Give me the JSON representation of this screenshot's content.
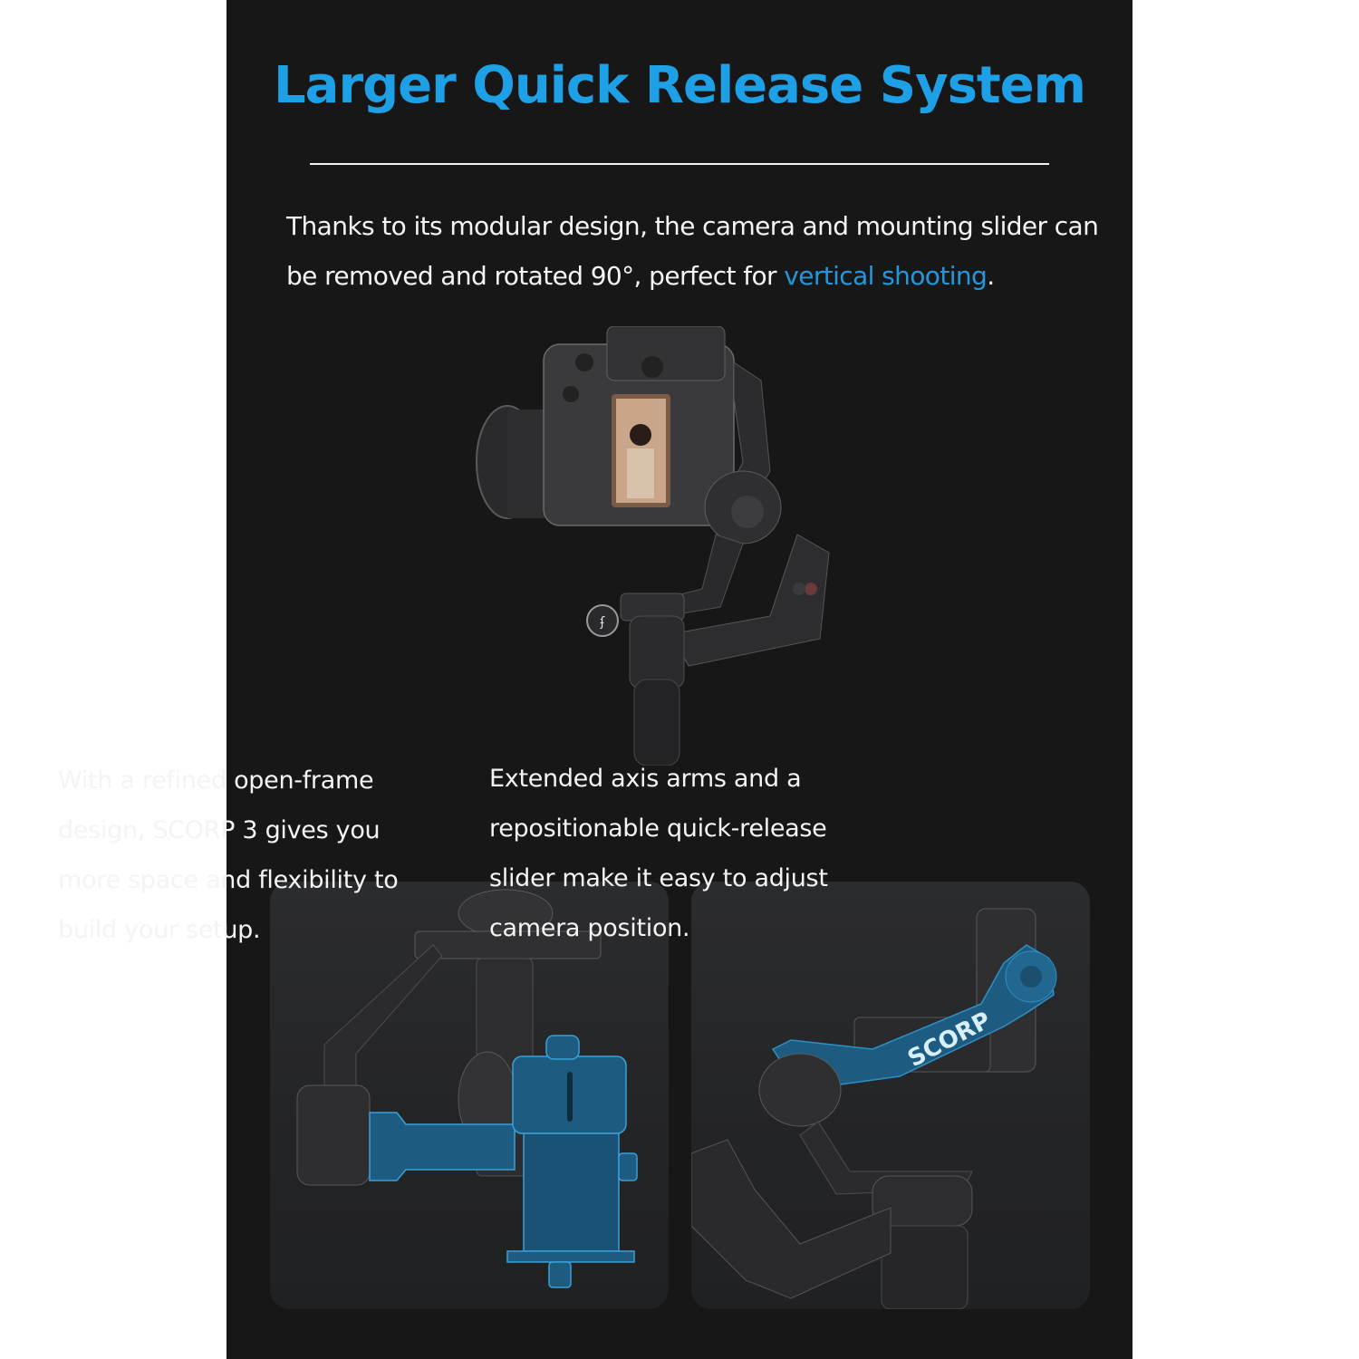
{
  "header": {
    "title": "Larger Quick Release System"
  },
  "intro": {
    "text_before": "Thanks to its modular design, the camera and mounting slider can be removed and rotated 90°, perfect for ",
    "highlight": "vertical shooting",
    "text_after": "."
  },
  "hero": {
    "image_alt": "Camera mounted vertically on SCORP 3 gimbal"
  },
  "features": [
    {
      "caption": "With a refined open-frame design, SCORP 3 gives you more space and flexibility to build your setup.",
      "image_alt": "Open-frame gimbal arm with highlighted quick-release slider"
    },
    {
      "caption": "Extended axis arms and a repositionable quick-release slider make it easy to adjust camera position.",
      "image_alt": "Extended SCORP axis arm highlighted in blue",
      "arm_label": "SCORP"
    }
  ],
  "colors": {
    "accent": "#1ea0e6",
    "highlight": "#2397dc",
    "background": "#181718",
    "card": "#262729",
    "blue_part": "#1d5c80"
  }
}
